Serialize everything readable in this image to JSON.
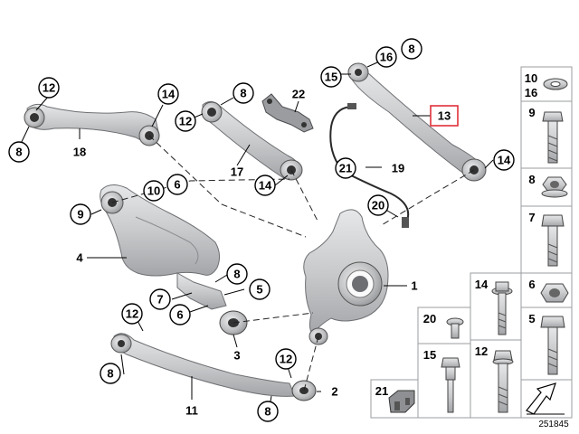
{
  "diagram": {
    "catalog_number": "251845",
    "highlight_color": "#e0303a",
    "part_color": "#c9cacc",
    "callouts": [
      {
        "id": "c-12-a",
        "label": "12"
      },
      {
        "id": "c-14-a",
        "label": "14"
      },
      {
        "id": "c-8-a",
        "label": "8"
      },
      {
        "id": "c-18",
        "label": "18"
      },
      {
        "id": "c-12-b",
        "label": "12"
      },
      {
        "id": "c-8-b",
        "label": "8"
      },
      {
        "id": "c-17",
        "label": "17"
      },
      {
        "id": "c-14-b",
        "label": "14"
      },
      {
        "id": "c-22",
        "label": "22"
      },
      {
        "id": "c-15-a",
        "label": "15"
      },
      {
        "id": "c-16",
        "label": "16"
      },
      {
        "id": "c-8-c",
        "label": "8"
      },
      {
        "id": "c-13",
        "label": "13",
        "highlighted": true
      },
      {
        "id": "c-14-c",
        "label": "14"
      },
      {
        "id": "c-21-a",
        "label": "21"
      },
      {
        "id": "c-19",
        "label": "19"
      },
      {
        "id": "c-20-a",
        "label": "20"
      },
      {
        "id": "c-10",
        "label": "10"
      },
      {
        "id": "c-6-a",
        "label": "6"
      },
      {
        "id": "c-9",
        "label": "9"
      },
      {
        "id": "c-4",
        "label": "4"
      },
      {
        "id": "c-8-d",
        "label": "8"
      },
      {
        "id": "c-7",
        "label": "7"
      },
      {
        "id": "c-5",
        "label": "5"
      },
      {
        "id": "c-6-b",
        "label": "6"
      },
      {
        "id": "c-12-c",
        "label": "12"
      },
      {
        "id": "c-3",
        "label": "3"
      },
      {
        "id": "c-1",
        "label": "1"
      },
      {
        "id": "c-8-e",
        "label": "8"
      },
      {
        "id": "c-12-d",
        "label": "12"
      },
      {
        "id": "c-11",
        "label": "11"
      },
      {
        "id": "c-2",
        "label": "2"
      },
      {
        "id": "c-8-f",
        "label": "8"
      }
    ],
    "legend": [
      {
        "id": "leg-10-16",
        "labels": [
          "10",
          "16"
        ],
        "icon": "washer-icon"
      },
      {
        "id": "leg-9",
        "labels": [
          "9"
        ],
        "icon": "long-hex-bolt-icon"
      },
      {
        "id": "leg-8",
        "labels": [
          "8"
        ],
        "icon": "hex-collar-nut-icon"
      },
      {
        "id": "leg-7",
        "labels": [
          "7"
        ],
        "icon": "hex-bolt-icon"
      },
      {
        "id": "leg-14",
        "labels": [
          "14"
        ],
        "icon": "flange-bolt-icon"
      },
      {
        "id": "leg-6",
        "labels": [
          "6"
        ],
        "icon": "hex-nut-icon"
      },
      {
        "id": "leg-20",
        "labels": [
          "20"
        ],
        "icon": "short-screw-icon"
      },
      {
        "id": "leg-5",
        "labels": [
          "5"
        ],
        "icon": "hex-bolt-icon"
      },
      {
        "id": "leg-15",
        "labels": [
          "15"
        ],
        "icon": "collar-bolt-icon"
      },
      {
        "id": "leg-12",
        "labels": [
          "12"
        ],
        "icon": "long-flange-bolt-icon"
      },
      {
        "id": "leg-21",
        "labels": [
          "21"
        ],
        "icon": "clip-holder-icon"
      },
      {
        "id": "leg-arrow",
        "labels": [],
        "icon": "direction-arrow-icon"
      }
    ]
  }
}
